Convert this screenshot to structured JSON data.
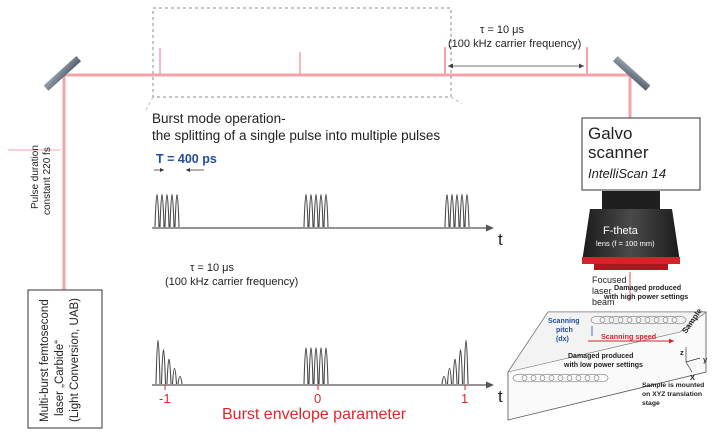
{
  "inset": {
    "tau_label": "τ = 10 μs",
    "carrier_label": "(100 kHz carrier frequency)"
  },
  "burst": {
    "title_line1": "Burst mode operation-",
    "title_line2": "the splitting of a single pulse into multiple pulses",
    "period_label": "T = 400 ps",
    "axis_label": "t"
  },
  "envelope": {
    "tau_label": "τ = 10 μs",
    "carrier_label": "(100 kHz carrier frequency)",
    "axis_label": "t",
    "ticks": [
      "-1",
      "0",
      "1"
    ],
    "parameter_label": "Burst envelope parameter"
  },
  "laser": {
    "line1": "Multi-burst femtosecond",
    "line2": "laser „Carbide“",
    "line3": "(Light Conversion, UAB)"
  },
  "pulse_duration": {
    "line1": "Pulse duration",
    "line2": "constant 220 fs"
  },
  "galvo": {
    "line1": "Galvo",
    "line2": "scanner",
    "line3": "IntelliScan 14"
  },
  "lens": {
    "line1": "F-theta",
    "line2": "lens (f = 100 mm)"
  },
  "beam": {
    "line1": "Focused",
    "line2": "laser",
    "line3": "beam"
  },
  "sample": {
    "high_power_line1": "Damaged produced",
    "high_power_line2": "with high power settings",
    "pitch_line1": "Scanning",
    "pitch_line2": "pitch",
    "pitch_line3": "(dx)",
    "speed_label": "Scanning speed",
    "low_power_line1": "Damaged produced",
    "low_power_line2": "with low power settings",
    "sample_label": "Sample",
    "axis_z": "z",
    "axis_y": "y",
    "axis_x": "X",
    "mount_line1": "Sample is mounted",
    "mount_line2": "on XYZ translation",
    "mount_line3": "stage"
  },
  "colors": {
    "beam": "#f4a3a8",
    "accent_red": "#e0262b",
    "accent_blue": "#1f4e9c"
  }
}
